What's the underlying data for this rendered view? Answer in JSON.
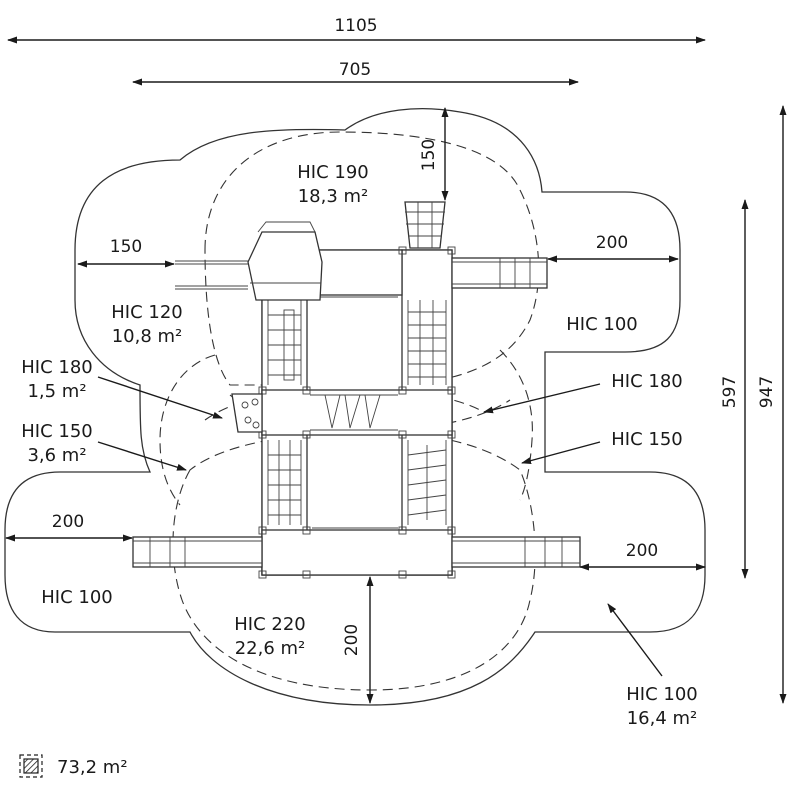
{
  "dimensions": {
    "overall_width": "1105",
    "inner_width": "705",
    "top_clearance": "150",
    "left_clearance": "150",
    "right_clearance_upper": "200",
    "left_clearance_lower": "200",
    "right_clearance_lower": "200",
    "bottom_clearance": "200",
    "height_inner": "597",
    "height_overall": "947"
  },
  "zones": {
    "hic190": {
      "name": "HIC 190",
      "area": "18,3 m²"
    },
    "hic120": {
      "name": "HIC 120",
      "area": "10,8 m²"
    },
    "hic100_right": {
      "name": "HIC 100"
    },
    "hic180_left": {
      "name": "HIC 180",
      "area": "1,5 m²"
    },
    "hic180_right": {
      "name": "HIC 180"
    },
    "hic150_left": {
      "name": "HIC 150",
      "area": "3,6 m²"
    },
    "hic150_right": {
      "name": "HIC 150"
    },
    "hic100_left": {
      "name": "HIC 100"
    },
    "hic220": {
      "name": "HIC 220",
      "area": "22,6 m²"
    },
    "hic100_bottom": {
      "name": "HIC 100",
      "area": "16,4 m²"
    }
  },
  "legend": {
    "icon": "hatched-square-icon",
    "total_area": "73,2 m²"
  }
}
